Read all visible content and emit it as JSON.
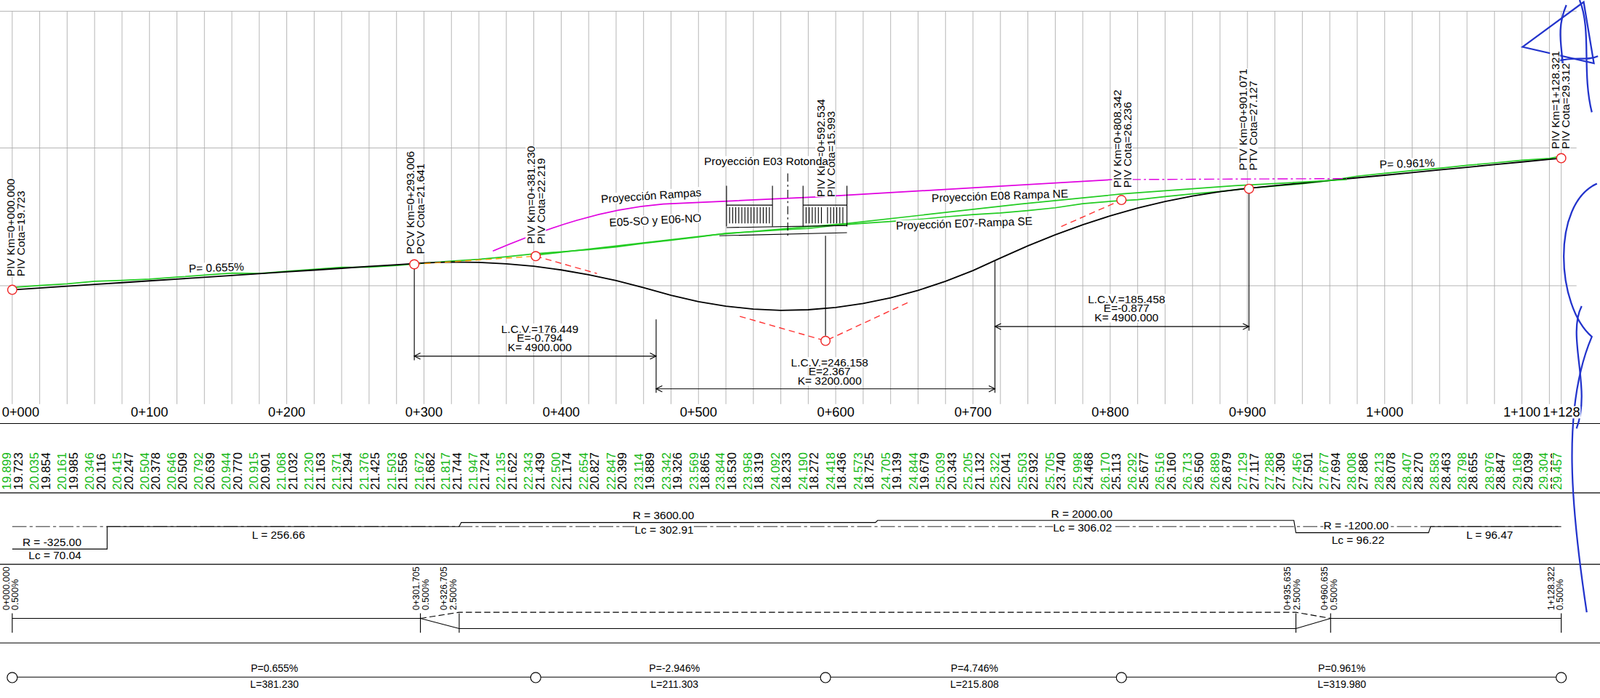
{
  "diagram": {
    "labels": [
      "PIV Km=0+000.000",
      "PIV Cota=19.723",
      "PCV Km=0+293.006",
      "PCV Cota=21.641",
      "PIV Km=0+381.230",
      "PIV Cota=22.219",
      "PIV Km=0+592.534",
      "PIV Cota=15.993",
      "PIV Km=0+808.342",
      "PIV Cota=26.236",
      "PTV Km=0+901.071",
      "PTV Cota=27.127",
      "PIV Km=1+128.321",
      "PIV Cota=29.312",
      "P= 0.655%",
      "P= 0.961%",
      "Proyección E03 Rotonda",
      "Proyección Rampas",
      "E05-SO y E06-NO",
      "Proyección E08 Rampa NE",
      "Proyección E07-Rampa SE",
      "L.C.V.=176.449",
      "E=-0.794",
      "K= 4900.000",
      "L.C.V.=246.158",
      "E=2.367",
      "K= 3200.000",
      "L.C.V.=185.458",
      "E=-0.877",
      "K= 4900.000",
      "0+000",
      "0+100",
      "0+200",
      "0+300",
      "0+400",
      "0+500",
      "0+600",
      "0+700",
      "0+800",
      "0+900",
      "1+000",
      "1+100",
      "1+128",
      "19.899",
      "19.723",
      "20.035",
      "19.854",
      "20.161",
      "19.985",
      "20.346",
      "20.116",
      "20.415",
      "20.247",
      "20.504",
      "20.378",
      "20.646",
      "20.509",
      "20.792",
      "20.639",
      "20.944",
      "20.770",
      "20.915",
      "20.901",
      "21.068",
      "21.032",
      "21.230",
      "21.163",
      "21.371",
      "21.294",
      "21.376",
      "21.425",
      "21.503",
      "21.556",
      "21.672",
      "21.682",
      "21.817",
      "21.744",
      "21.947",
      "21.724",
      "22.135",
      "21.622",
      "22.343",
      "21.439",
      "22.500",
      "21.174",
      "22.654",
      "20.827",
      "22.847",
      "20.399",
      "23.114",
      "19.889",
      "23.342",
      "19.326",
      "23.569",
      "18.865",
      "23.844",
      "18.530",
      "23.958",
      "18.319",
      "24.092",
      "18.233",
      "24.190",
      "18.272",
      "24.418",
      "18.436",
      "24.573",
      "18.725",
      "24.705",
      "19.139",
      "24.844",
      "19.679",
      "25.039",
      "20.343",
      "25.205",
      "21.132",
      "25.322",
      "22.041",
      "25.503",
      "22.932",
      "25.705",
      "23.740",
      "25.998",
      "24.468",
      "26.170",
      "25.113",
      "26.292",
      "25.677",
      "26.516",
      "26.160",
      "26.713",
      "26.560",
      "26.889",
      "26.879",
      "27.129",
      "27.117",
      "27.288",
      "27.309",
      "27.456",
      "27.501",
      "27.677",
      "27.694",
      "28.008",
      "27.886",
      "28.213",
      "28.078",
      "28.407",
      "28.270",
      "28.583",
      "28.463",
      "28.798",
      "28.655",
      "28.976",
      "28.847",
      "29.168",
      "29.039",
      "29.304",
      "29.232",
      "29.457",
      "R = -325.00",
      "Lc = 70.04",
      "L = 256.66",
      "R = 3600.00",
      "Lc = 302.91",
      "R = 2000.00",
      "Lc = 306.02",
      "R = -1200.00",
      "Lc = 96.22",
      "L = 96.47",
      "0+000.000",
      "0.500%",
      "0+301.705",
      "0.500%",
      "0+326.705",
      "2.500%",
      "0+935.635",
      "2.500%",
      "0+960.635",
      "0.500%",
      "1+128.322",
      "0.500%",
      "P=0.655%",
      "L=381.230",
      "P=-2.946%",
      "L=211.303",
      "P=4.746%",
      "L=215.808",
      "P=0.961%",
      "L=319.980"
    ]
  }
}
